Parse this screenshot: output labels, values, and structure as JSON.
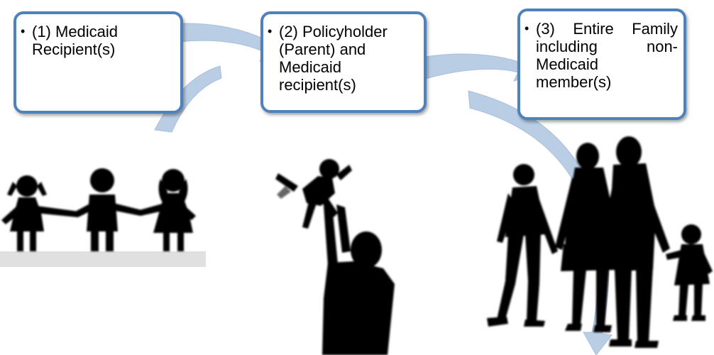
{
  "steps": [
    {
      "text": "(1) Medicaid Recipient(s)"
    },
    {
      "text": "(2) Policyholder (Parent) and Medicaid recipient(s)"
    },
    {
      "text": "(3) Entire Family including non-Medicaid member(s)"
    }
  ],
  "colors": {
    "box_border": "#4f81bd",
    "arrow_fill": "#b9cde5",
    "silhouette": "#000000"
  },
  "icons": [
    "children-silhouette-icon",
    "parent-lifting-baby-silhouette-icon",
    "family-silhouette-icon"
  ]
}
